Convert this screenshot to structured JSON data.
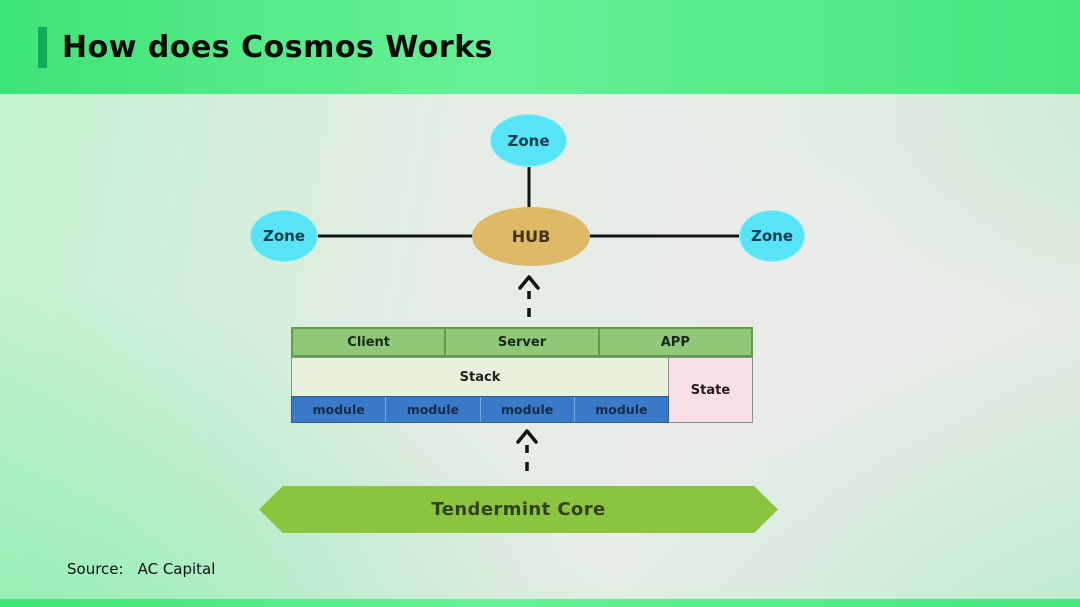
{
  "header": {
    "title": "How does Cosmos Works"
  },
  "diagram": {
    "zone_top": "Zone",
    "zone_left": "Zone",
    "zone_right": "Zone",
    "hub": "HUB",
    "table": {
      "top_row": [
        "Client",
        "Server",
        "APP"
      ],
      "stack": "Stack",
      "modules": [
        "module",
        "module",
        "module",
        "module"
      ],
      "state": "State"
    },
    "core": "Tendermint Core"
  },
  "footer": {
    "source_label": "Source:",
    "source_value": "AC Capital"
  },
  "colors": {
    "header_green": "#4ce883",
    "accent_bar": "#12a95b",
    "zone_fill": "#56e4f6",
    "hub_fill": "#deba67",
    "table_green": "#8fc977",
    "stack_fill": "#e9f1dc",
    "module_blue": "#3a79c8",
    "state_pink": "#f8dee8",
    "core_green": "#8bc540"
  }
}
